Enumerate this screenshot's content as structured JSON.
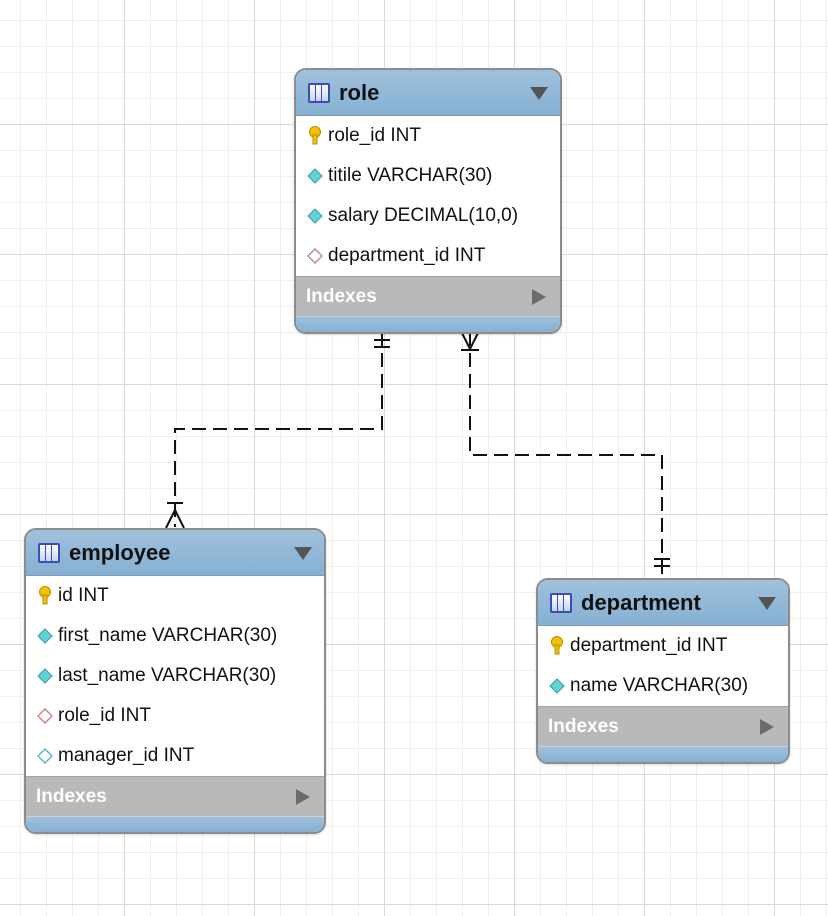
{
  "tables": {
    "role": {
      "title": "role",
      "columns": [
        {
          "text": "role_id INT",
          "kind": "primary-key"
        },
        {
          "text": "titile VARCHAR(30)",
          "kind": "column"
        },
        {
          "text": "salary DECIMAL(10,0)",
          "kind": "column"
        },
        {
          "text": "department_id INT",
          "kind": "foreign-key"
        }
      ],
      "indexes_label": "Indexes"
    },
    "employee": {
      "title": "employee",
      "columns": [
        {
          "text": "id INT",
          "kind": "primary-key"
        },
        {
          "text": "first_name VARCHAR(30)",
          "kind": "column"
        },
        {
          "text": "last_name VARCHAR(30)",
          "kind": "column"
        },
        {
          "text": "role_id INT",
          "kind": "foreign-key"
        },
        {
          "text": "manager_id INT",
          "kind": "nullable-column"
        }
      ],
      "indexes_label": "Indexes"
    },
    "department": {
      "title": "department",
      "columns": [
        {
          "text": "department_id INT",
          "kind": "primary-key"
        },
        {
          "text": "name VARCHAR(30)",
          "kind": "column"
        }
      ],
      "indexes_label": "Indexes"
    }
  },
  "relationships": [
    {
      "from": "role",
      "to": "employee",
      "from_end": "one-and-only-one",
      "to_end": "one-or-many"
    },
    {
      "from": "role",
      "to": "department",
      "from_end": "one-or-many",
      "to_end": "one-and-only-one"
    }
  ],
  "colors": {
    "header": "#8fb6d7",
    "indexes_bar": "#b9b9b9",
    "key_icon": "#f2c200",
    "column_icon": "#5fd3d8",
    "foreign_key_icon": "#c98a8a",
    "nullable_icon": "#5fb9c8"
  }
}
